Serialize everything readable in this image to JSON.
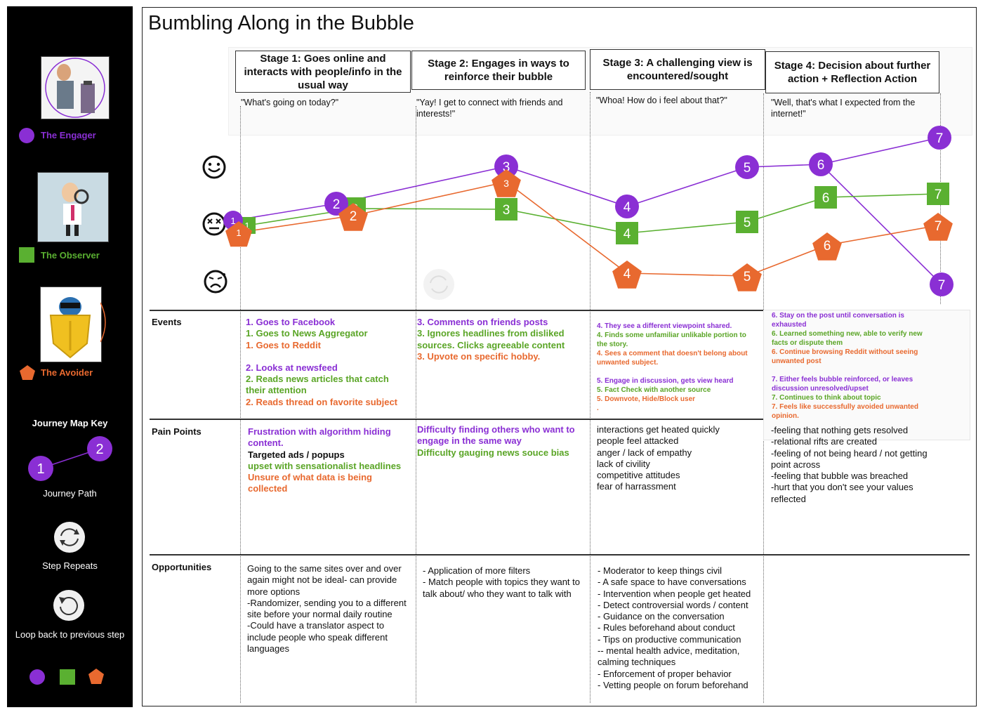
{
  "title": "Bumbling Along in the Bubble",
  "colors": {
    "engager": "#8a2fd4",
    "observer": "#5ab031",
    "avoider": "#e8692f"
  },
  "legend": {
    "engager": "The Engager",
    "observer": "The Observer",
    "avoider": "The Avoider",
    "key_title": "Journey Map Key",
    "journey_path": "Journey  Path",
    "step_repeats": "Step Repeats",
    "loop_back": "Loop back to previous step",
    "icons": [
      "repeat-icon",
      "loop-back-icon"
    ]
  },
  "stages": [
    {
      "title": "Stage 1: Goes online and interacts with people/info in the usual way",
      "quote": "\"What's going on today?\""
    },
    {
      "title": "Stage 2: Engages in ways to reinforce their bubble",
      "quote": "\"Yay! I get to connect with friends and interests!\""
    },
    {
      "title": "Stage 3: A challenging view is encountered/sought",
      "quote": "\"Whoa! How do i feel about that?\""
    },
    {
      "title": "Stage 4: Decision about further action + Reflection Action",
      "quote": "\"Well, that's what I expected from the internet!\""
    }
  ],
  "emotions": [
    "happy-face-icon",
    "neutral-face-icon",
    "sad-face-icon"
  ],
  "chart_data": {
    "type": "line",
    "series": [
      {
        "name": "The Engager",
        "shape": "circle",
        "labels": [
          "1",
          "2",
          "3",
          "4",
          "5",
          "6",
          "7",
          "7"
        ]
      },
      {
        "name": "The Observer",
        "shape": "square",
        "labels": [
          "1",
          "2",
          "3",
          "4",
          "5",
          "6",
          "7"
        ]
      },
      {
        "name": "The Avoider",
        "shape": "pentagon",
        "labels": [
          "1",
          "2",
          "3",
          "4",
          "5",
          "6",
          "7"
        ]
      }
    ]
  },
  "rows": {
    "events_label": "Events",
    "pain_label": "Pain Points",
    "opps_label": "Opportunities"
  },
  "events": {
    "s1": [
      {
        "c": "p",
        "t": "1. Goes to Facebook"
      },
      {
        "c": "g",
        "t": "1. Goes to News Aggregator"
      },
      {
        "c": "o",
        "t": "1. Goes to Reddit"
      },
      {
        "c": "gap",
        "t": ""
      },
      {
        "c": "p",
        "t": "2. Looks at newsfeed"
      },
      {
        "c": "g",
        "t": "2. Reads news articles that catch their attention"
      },
      {
        "c": "o",
        "t": "2. Reads thread on favorite subject"
      }
    ],
    "s2": [
      {
        "c": "p",
        "t": "3. Comments on friends posts"
      },
      {
        "c": "g",
        "t": "3. Ignores headlines from disliked sources. Clicks agreeable content"
      },
      {
        "c": "o",
        "t": "3. Upvote on specific hobby."
      }
    ],
    "s3": [
      {
        "c": "p",
        "t": "4. They see a different viewpoint shared."
      },
      {
        "c": "g",
        "t": "4. Finds some unfamiliar unlikable portion to the story."
      },
      {
        "c": "o",
        "t": "4. Sees a comment that doesn't belong about unwanted subject."
      },
      {
        "c": "gap",
        "t": ""
      },
      {
        "c": "p",
        "t": "5. Engage in discussion, gets view heard"
      },
      {
        "c": "g",
        "t": "5. Fact Check with another source"
      },
      {
        "c": "o",
        "t": "5. Downvote, Hide/Block user"
      },
      {
        "c": "o",
        "t": "."
      }
    ],
    "s4": [
      {
        "c": "p",
        "t": "6. Stay on the post until conversation is exhausted"
      },
      {
        "c": "g",
        "t": "6. Learned something new, able to verify new facts or dispute them"
      },
      {
        "c": "o",
        "t": "6. Continue browsing Reddit without seeing unwanted post"
      },
      {
        "c": "gap",
        "t": ""
      },
      {
        "c": "p",
        "t": "7. Either feels bubble reinforced, or leaves discussion unresolved/upset"
      },
      {
        "c": "g",
        "t": "7. Continues to think about topic"
      },
      {
        "c": "o",
        "t": "7. Feels like successfully avoided unwanted opinion."
      }
    ]
  },
  "pain": {
    "s1": [
      {
        "c": "p",
        "t": "Frustration with algorithm hiding content."
      },
      {
        "c": "k",
        "t": "Targeted ads / popups"
      },
      {
        "c": "g",
        "t": "upset with sensationalist headlines"
      },
      {
        "c": "o",
        "t": "Unsure of what data is being collected"
      }
    ],
    "s2": [
      {
        "c": "p",
        "t": "Difficulty finding others who want to engage in the same way"
      },
      {
        "c": "g",
        "t": "Difficulty gauging news souce bias"
      }
    ],
    "s3": [
      {
        "t": "interactions get heated quickly"
      },
      {
        "t": "people feel attacked"
      },
      {
        "t": "anger / lack of empathy"
      },
      {
        "t": "lack of civility"
      },
      {
        "t": "competitive attitudes"
      },
      {
        "t": "fear of harrassment"
      }
    ],
    "s4": [
      {
        "t": "-feeling that nothing gets resolved"
      },
      {
        "t": "-relational rifts are created"
      },
      {
        "t": "-feeling of not being heard / not getting point across"
      },
      {
        "t": "-feeling that bubble was breached"
      },
      {
        "t": "-hurt that you don't see your values reflected"
      }
    ]
  },
  "opps": {
    "s1": [
      {
        "t": "Going to the same sites over and over again might not be ideal- can provide more options"
      },
      {
        "t": "-Randomizer, sending you to a different site before your normal daily routine"
      },
      {
        "t": "-Could have a translator aspect to include people who speak different languages"
      }
    ],
    "s2": [
      {
        "t": "- Application of more filters"
      },
      {
        "t": "- Match people with topics they want to talk about/ who they want to talk with"
      }
    ],
    "s3": [
      {
        "t": "- Moderator to keep things civil"
      },
      {
        "t": "- A safe space to have conversations"
      },
      {
        "t": "- Intervention when people get heated"
      },
      {
        "t": "- Detect controversial words / content"
      },
      {
        "t": "- Guidance on the conversation"
      },
      {
        "t": "- Rules beforehand about conduct"
      },
      {
        "t": "- Tips on productive communication"
      },
      {
        "t": "-- mental health advice, meditation, calming techniques"
      },
      {
        "t": "- Enforcement of proper behavior"
      },
      {
        "t": "- Vetting people on forum beforehand"
      }
    ]
  }
}
